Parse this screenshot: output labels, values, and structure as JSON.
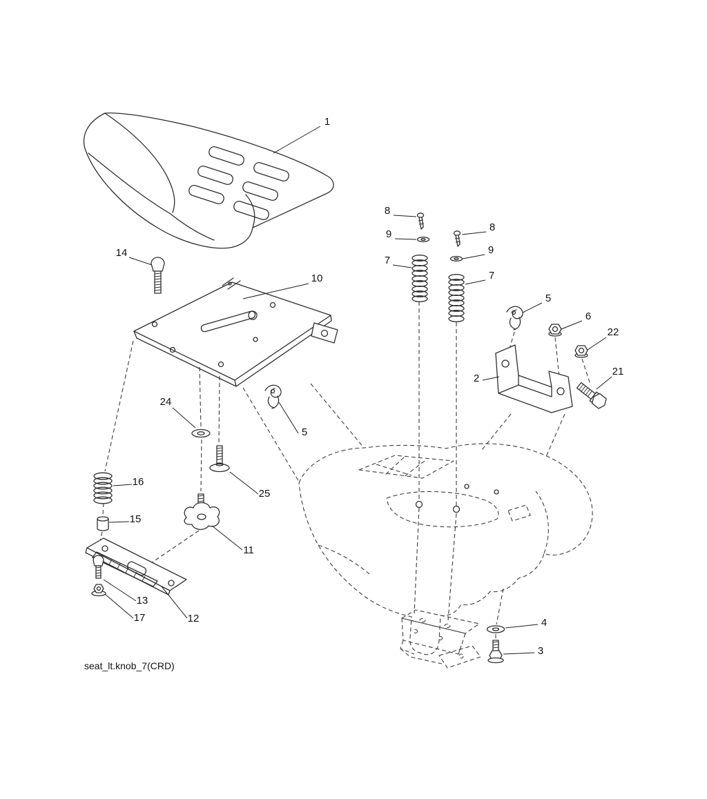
{
  "figure": {
    "caption": "seat_lt.knob_7(CRD)"
  },
  "callouts": {
    "seat": "1",
    "bracket": "2",
    "bolt_lower": "3",
    "washer_lower": "4",
    "clip_left": "5",
    "clip_right": "5",
    "nut_center": "6",
    "spring_left": "7",
    "spring_right": "7",
    "screw_left": "8",
    "screw_right": "8",
    "washer_left": "9",
    "washer_right": "9",
    "seat_pan": "10",
    "knob": "11",
    "adjust_plate": "12",
    "plate_bolt": "13",
    "shoulder_bolt": "14",
    "bushing": "15",
    "spring_small": "16",
    "plate_nut": "17",
    "hex_bolt": "21",
    "flange_nut": "22",
    "flat_washer": "24",
    "screw_washer": "25"
  }
}
